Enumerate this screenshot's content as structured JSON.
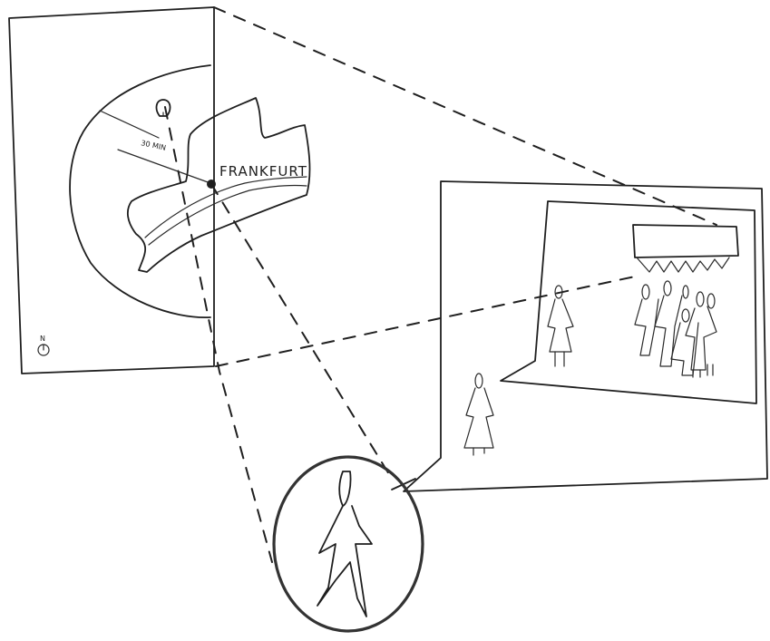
{
  "map_panel": {
    "city_label": "FRANKFURT",
    "distance_label": "30 MIN",
    "north_label": "N"
  },
  "colors": {
    "ink": "#1f1f1f",
    "paper": "#ffffff",
    "circle_ink": "#333333"
  },
  "icons": [
    "north-arrow-icon",
    "location-pin-icon",
    "city-dot-icon",
    "person-icon",
    "crowd-icon",
    "billboard-icon"
  ]
}
